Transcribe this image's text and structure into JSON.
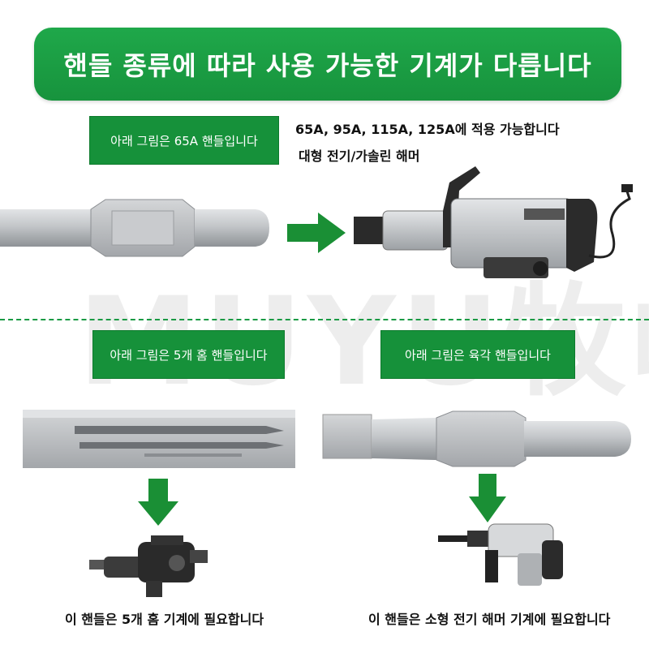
{
  "banner": {
    "title": "핸들 종류에 따라 사용 가능한 기계가 다릅니다"
  },
  "section_65a": {
    "label": "아래 그림은 65A 핸들입니다",
    "compat_line": "65A, 95A, 115A, 125A에 적용 가능합니다",
    "machine_line": "대형 전기/가솔린 해머"
  },
  "section_5groove": {
    "label": "아래 그림은 5개 홈 핸들입니다",
    "caption": "이 핸들은 5개 홈 기계에 필요합니다"
  },
  "section_hex": {
    "label": "아래 그림은 육각 핸들입니다",
    "caption": "이 핸들은 소형 전기 해머 기계에 필요합니다"
  },
  "watermark": "MUYU牧屿",
  "colors": {
    "brand_green": "#17933d",
    "arrow_green": "#1a8f35",
    "steel": "#b9bcbf"
  }
}
